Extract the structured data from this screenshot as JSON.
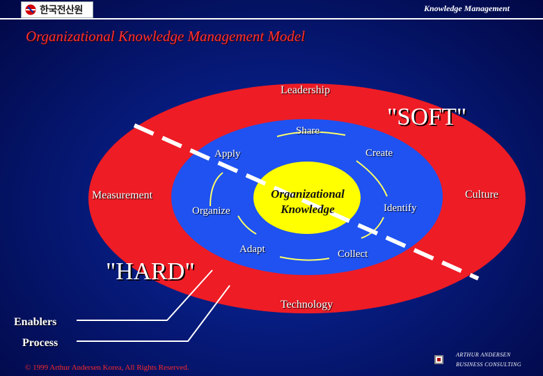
{
  "header": {
    "logo_text": "한국전산원",
    "title": "Knowledge Management"
  },
  "page_title": "Organizational Knowledge Management Model",
  "diagram": {
    "outer_top": "Leadership",
    "outer_bottom": "Technology",
    "outer_left": "Measurement",
    "outer_right": "Culture",
    "soft_label": "\"SOFT\"",
    "hard_label": "\"HARD\"",
    "cycle": {
      "share": "Share",
      "create": "Create",
      "identify": "Identify",
      "collect": "Collect",
      "adapt": "Adapt",
      "organize": "Organize",
      "apply": "Apply"
    },
    "core_line1": "Organizational",
    "core_line2": "Knowledge"
  },
  "side_labels": {
    "enablers": "Enablers",
    "process": "Process"
  },
  "footer": {
    "copyright": "© 1999 Arthur Andersen Korea, All Rights Reserved.",
    "brand_name": "ARTHUR ANDERSEN",
    "brand_sub": "BUSINESS CONSULTING"
  },
  "colors": {
    "outer_ring": "#ee1c25",
    "middle_ring": "#1f52f0",
    "core": "#ffff00",
    "title_red": "#ff3030"
  }
}
